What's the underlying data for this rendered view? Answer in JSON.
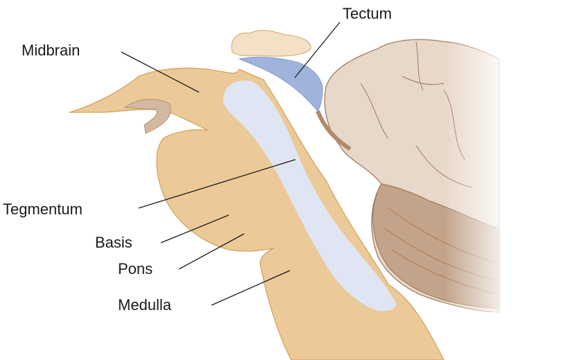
{
  "title": "Brainstem sagittal section",
  "labels": {
    "tectum": "Tectum",
    "midbrain": "Midbrain",
    "tegmentum": "Tegmentum",
    "basis": "Basis",
    "pons": "Pons",
    "medulla": "Medulla"
  },
  "colors": {
    "brainstem": "#ecc998",
    "brainstem_outline": "#d3a35c",
    "tegmentum": "#dfe5f3",
    "tectum": "#9fb3dd",
    "cerebellum": "#e8d8ca",
    "cerebellum_dark": "#c3a389",
    "cerebellum_outline": "#9e7a5c"
  }
}
